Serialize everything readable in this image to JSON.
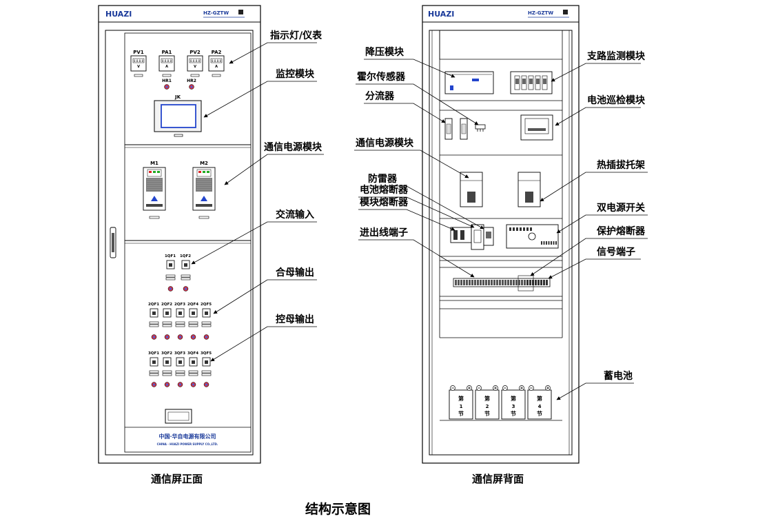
{
  "brand": {
    "logo_left": "HUAZI",
    "logo_right": "HUAZI",
    "model_left": "HZ-GZTW",
    "model_right": "HZ-GZTW"
  },
  "front": {
    "meters": [
      "PV1",
      "PA1",
      "PV2",
      "PA2"
    ],
    "meter_units": [
      "V",
      "A",
      "V",
      "A"
    ],
    "meter_reading": "8.8.8.8",
    "lamps": [
      "HR1",
      "HR2"
    ],
    "monitor": "JK",
    "modules": [
      "M1",
      "M2"
    ],
    "ac_breakers": [
      "1QF1",
      "1QF2"
    ],
    "close_bus_breakers": [
      "2QF1",
      "2QF2",
      "2QF3",
      "2QF4",
      "2QF5"
    ],
    "control_bus_breakers": [
      "3QF1",
      "3QF2",
      "3QF3",
      "3QF4",
      "3QF5"
    ],
    "company_cn": "中国·华自电源有限公司",
    "company_en": "CHINA · HUAZI POWER SUPPLY CO.,LTD."
  },
  "callouts_front": {
    "indicator": "指示灯/仪表",
    "monitor": "监控模块",
    "rectifier": "通信电源模块",
    "ac_input": "交流输入",
    "close_bus": "合母输出",
    "control_bus": "控母输出"
  },
  "callouts_back_left": {
    "buck": "降压模块",
    "hall": "霍尔传感器",
    "shunt": "分流器",
    "rectifier": "通信电源模块",
    "surge": "防雷器",
    "battery_fuse": "电池熔断器",
    "module_fuse": "模块熔断器",
    "terminal": "进出线端子"
  },
  "callouts_back_right": {
    "branch": "支路监测模块",
    "battery_inspect": "电池巡检模块",
    "hotswap": "热插拔托架",
    "ats": "双电源开关",
    "protect_fuse": "保护熔断器",
    "signal": "信号端子",
    "battery": "蓄电池"
  },
  "batteries": [
    {
      "pre": "第",
      "num": "1",
      "post": "节"
    },
    {
      "pre": "第",
      "num": "2",
      "post": "节"
    },
    {
      "pre": "第",
      "num": "3",
      "post": "节"
    },
    {
      "pre": "第",
      "num": "4",
      "post": "节"
    }
  ],
  "captions": {
    "front": "通信屏正面",
    "back": "通信屏背面"
  },
  "title": "结构示意图"
}
